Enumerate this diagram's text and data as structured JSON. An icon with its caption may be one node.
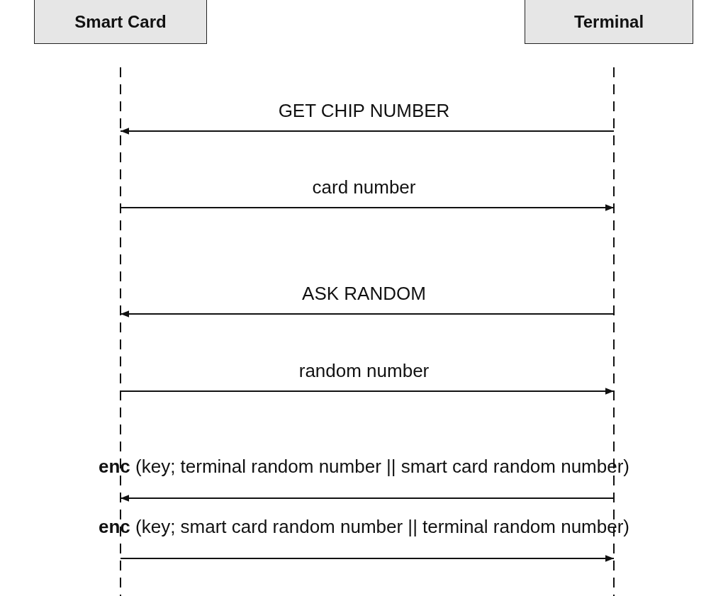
{
  "diagram": {
    "nodes": [
      {
        "text": [
          "Smart Card"
        ]
      },
      {
        "text": [
          "Terminal"
        ]
      }
    ],
    "edges": [
      {
        "from": 1,
        "to": 0,
        "arrow": "to",
        "label": "GET CHIP NUMBER"
      },
      {
        "from": 0,
        "to": 1,
        "arrow": "to",
        "label": "card number"
      },
      {
        "from": 1,
        "to": 0,
        "arrow": "to",
        "label": "ASK RANDOM"
      },
      {
        "from": 0,
        "to": 1,
        "arrow": "to",
        "label": "random number"
      },
      {
        "from": 1,
        "to": 0,
        "arrow": "to",
        "label": "**enc** (key; terminal random number || smart card random number)"
      },
      {
        "from": 0,
        "to": 1,
        "arrow": "to",
        "label": "**enc** (key; smart card random number || terminal random number)"
      }
    ]
  }
}
